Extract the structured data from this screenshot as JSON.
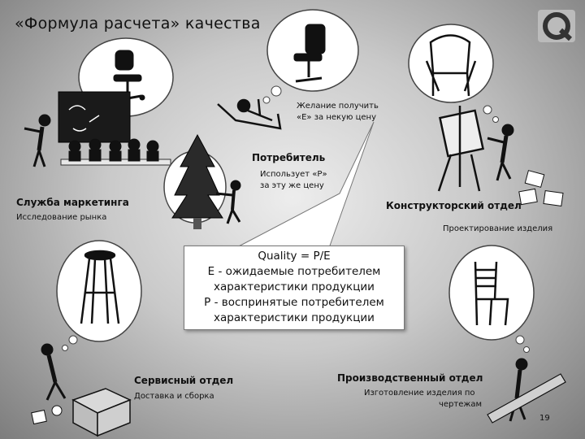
{
  "slide": {
    "title": "«Формула расчета» качества",
    "page_number": "19"
  },
  "consumer": {
    "wish_line1": "Желание получить",
    "wish_line2": "«E» за некую цену",
    "label": "Потребитель",
    "uses_line1": "Использует «P»",
    "uses_line2": "за эту же цену"
  },
  "marketing": {
    "label": "Служба маркетинга",
    "activity": "Исследование рынка"
  },
  "design": {
    "label": "Конструкторский отдел",
    "activity": "Проектирование изделия"
  },
  "service": {
    "label": "Сервисный отдел",
    "activity": "Доставка и сборка"
  },
  "production": {
    "label": "Производственный отдел",
    "activity_line1": "Изготовление изделия по",
    "activity_line2": "чертежам"
  },
  "formula": {
    "line1": "Quality = P/E",
    "line2": "E - ожидаемые потребителем",
    "line3": "характеристики продукции",
    "line4": "P - воспринятые потребителем",
    "line5": "характеристики продукции"
  },
  "icons": [
    "office-chair",
    "armchair",
    "wooden-chair",
    "bar-stool",
    "christmas-tree",
    "easel",
    "cardboard-box",
    "logo-q"
  ]
}
